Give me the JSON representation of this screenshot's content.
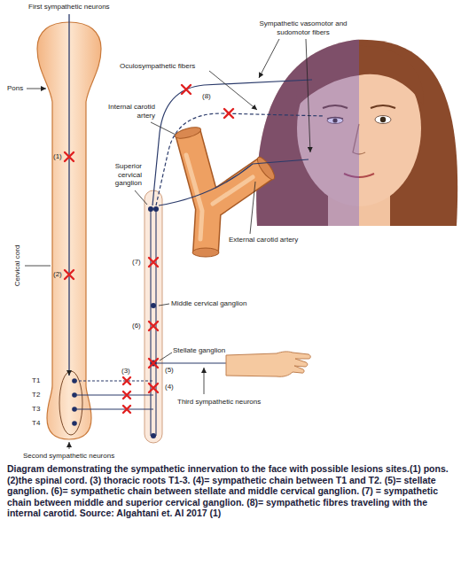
{
  "diagram": {
    "caption": "Diagram demonstrating the sympathetic innervation to the face with possible lesions sites.(1) pons. (2)the spinal cord. (3) thoracic roots T1-3. (4)= sympathetic chain between T1 and T2. (5)= stellate ganglion. (6)= sympathetic chain between stellate and middle cervical ganglion. (7) = sympathetic chain between middle and superior cervical ganglion. (8)= sympathetic fibres traveling with the internal carotid. Source: Algahtani et. Al 2017 (1)",
    "labels": [
      "First sympathetic neurons",
      "Sympathetic vasomotor and sudomotor fibers",
      "Oculosympathetic fibers",
      "Pons",
      "Internal carotid artery",
      "(8)",
      "(1)",
      "Superior cervical ganglion",
      "Cervical cord",
      "(7)",
      "External carotid artery",
      "(2)",
      "Middle cervical ganglion",
      "(6)",
      "Stellate ganglion",
      "T1",
      "(3)",
      "(5)",
      "(4)",
      "T2",
      "Third sympathetic neurons",
      "T3",
      "T4",
      "Second sympathetic neurons"
    ]
  }
}
